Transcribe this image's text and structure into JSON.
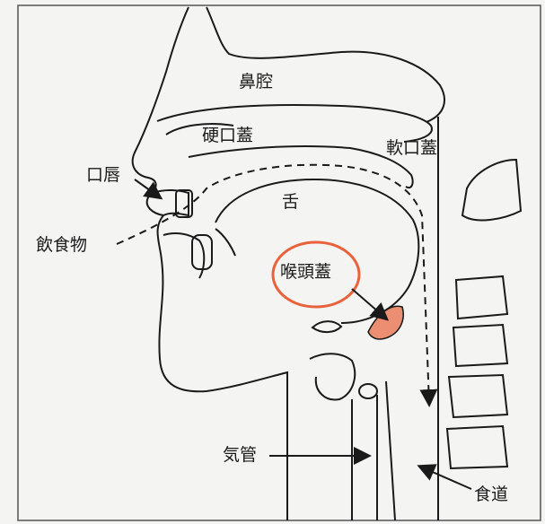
{
  "diagram": {
    "labels": {
      "nasal_cavity": "鼻腔",
      "hard_palate": "硬口蓋",
      "soft_palate": "軟口蓋",
      "lips": "口唇",
      "tongue": "舌",
      "food_bolus": "飲食物",
      "epiglottis": "喉頭蓋",
      "trachea": "気管",
      "esophagus": "食道"
    },
    "colors": {
      "line": "#1a1a1a",
      "paper": "#f4f4f2",
      "highlight": "#e8623c"
    }
  }
}
